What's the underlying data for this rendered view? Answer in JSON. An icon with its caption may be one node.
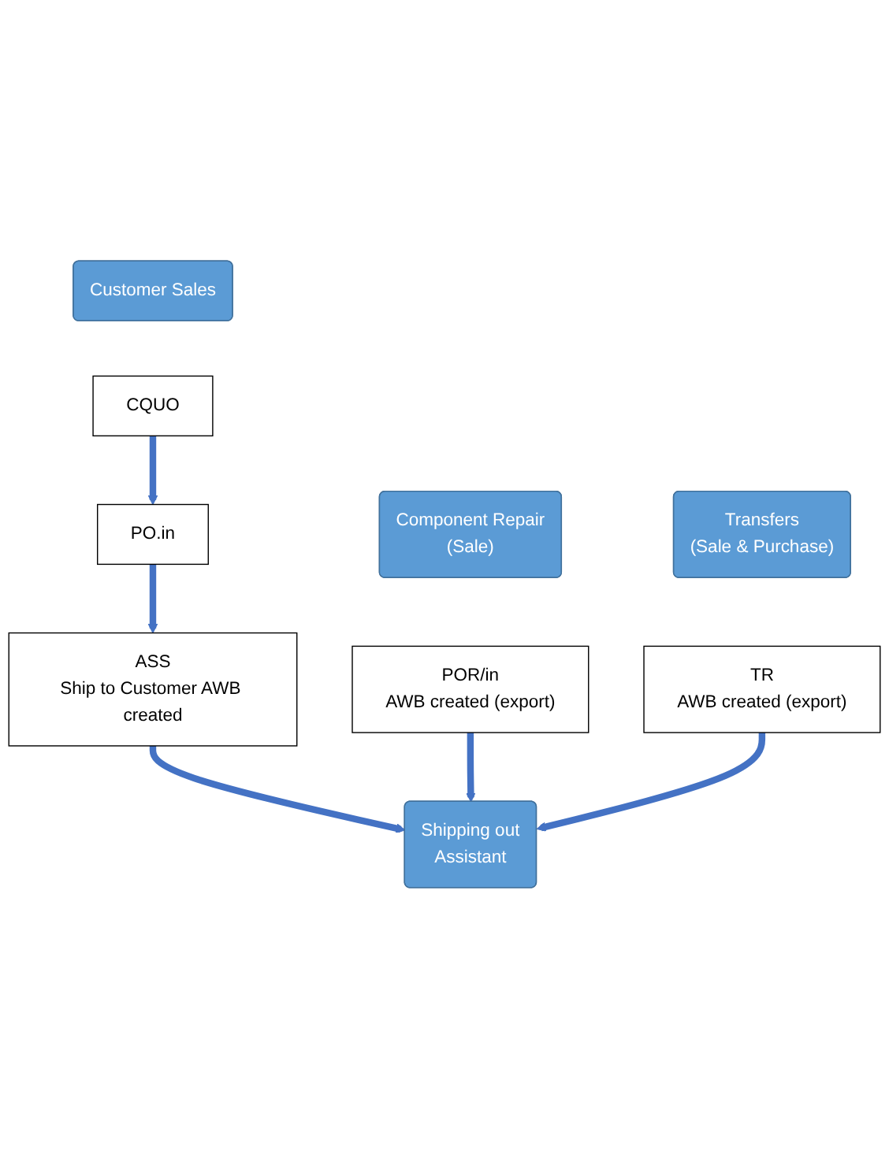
{
  "diagram": {
    "nodes": [
      {
        "text": [
          "Customer Sales"
        ]
      },
      {
        "text": [
          "Component Repair",
          "(Sale)"
        ]
      },
      {
        "text": [
          "Transfers",
          "(Sale & Purchase)"
        ]
      },
      {
        "text": [
          "CQUO"
        ]
      },
      {
        "text": [
          "PO.in"
        ]
      },
      {
        "text": [
          "ASS",
          "Ship to Customer AWB created"
        ]
      },
      {
        "text": [
          "POR/in",
          "AWB created (export)"
        ]
      },
      {
        "text": [
          "TR",
          "AWB created (export)"
        ]
      },
      {
        "text": [
          "Shipping out",
          "Assistant"
        ]
      }
    ],
    "edges": [
      {
        "from": 3,
        "to": 4,
        "arrow": "to"
      },
      {
        "from": 4,
        "to": 5,
        "arrow": "to"
      },
      {
        "from": 5,
        "to": 8,
        "arrow": "to"
      },
      {
        "from": 6,
        "to": 8,
        "arrow": "to"
      },
      {
        "from": 7,
        "to": 8,
        "arrow": "to"
      }
    ]
  }
}
